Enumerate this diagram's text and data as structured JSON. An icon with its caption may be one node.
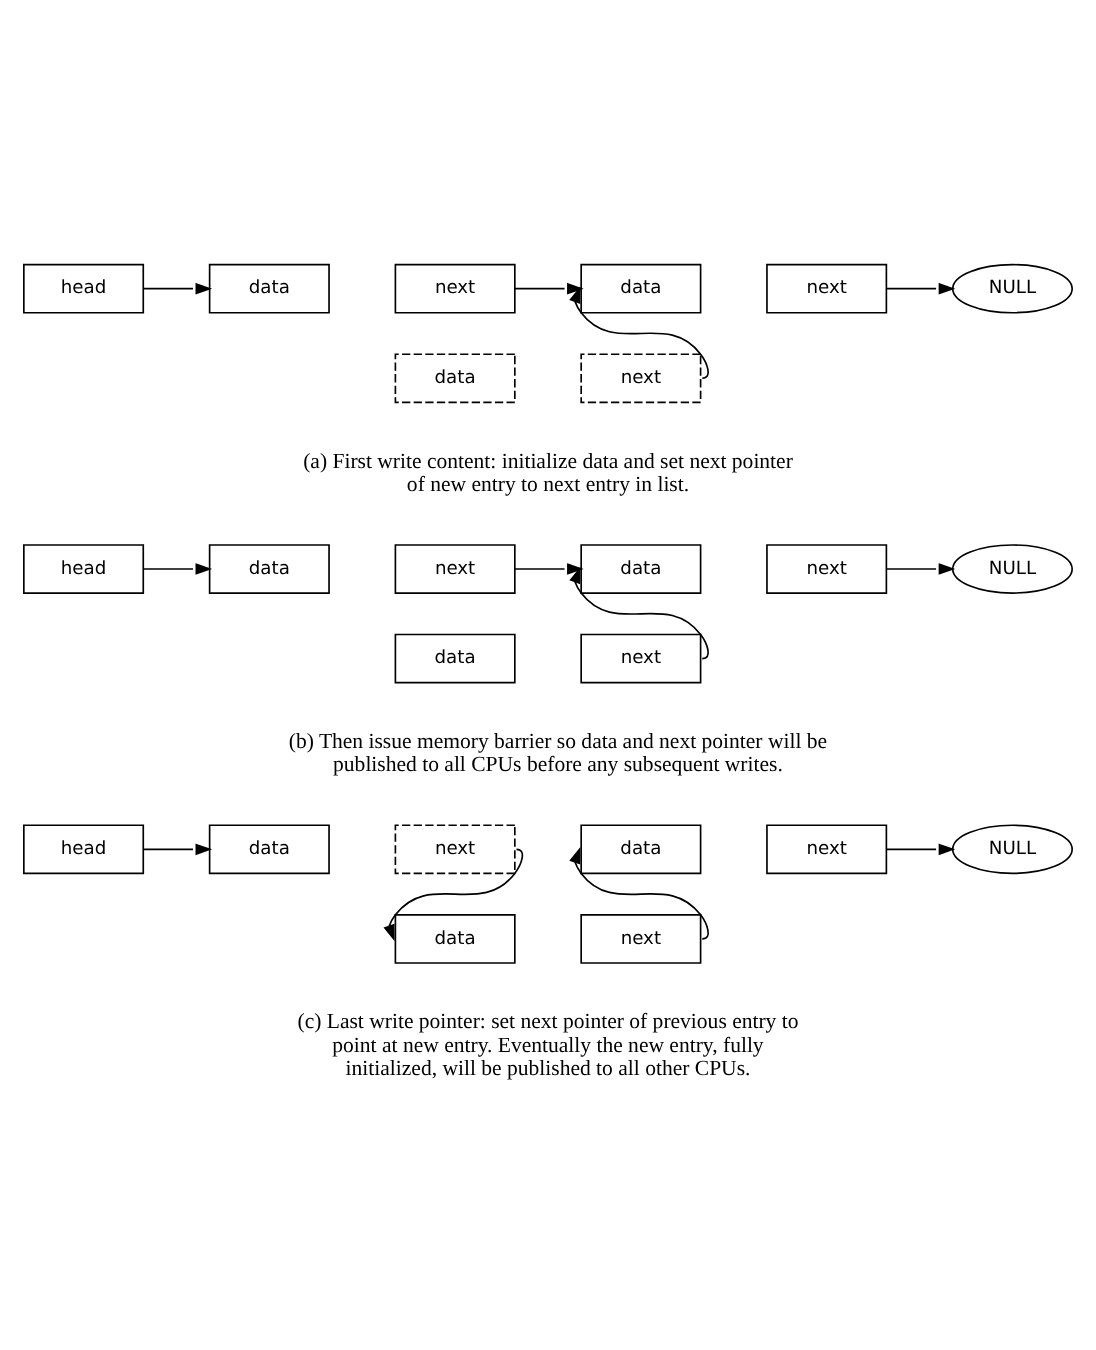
{
  "diagram": {
    "nodes": [
      {
        "text": [
          "head"
        ]
      },
      {
        "text": [
          "data"
        ]
      },
      {
        "text": [
          "next"
        ]
      },
      {
        "text": [
          "data"
        ]
      },
      {
        "text": [
          "next"
        ]
      },
      {
        "text": [
          "NULL"
        ]
      },
      {
        "text": [
          "data"
        ]
      },
      {
        "text": [
          "next"
        ]
      },
      {
        "text": [
          "head"
        ]
      },
      {
        "text": [
          "data"
        ]
      },
      {
        "text": [
          "next"
        ]
      },
      {
        "text": [
          "data"
        ]
      },
      {
        "text": [
          "next"
        ]
      },
      {
        "text": [
          "NULL"
        ]
      },
      {
        "text": [
          "data"
        ]
      },
      {
        "text": [
          "next"
        ]
      },
      {
        "text": [
          "head"
        ]
      },
      {
        "text": [
          "data"
        ]
      },
      {
        "text": [
          "next"
        ]
      },
      {
        "text": [
          "data"
        ]
      },
      {
        "text": [
          "next"
        ]
      },
      {
        "text": [
          "NULL"
        ]
      },
      {
        "text": [
          "data"
        ]
      },
      {
        "text": [
          "next"
        ]
      }
    ],
    "edges": [
      {
        "from": 0,
        "to": 1,
        "arrow": "to"
      },
      {
        "from": 2,
        "to": 3,
        "arrow": "to"
      },
      {
        "from": 4,
        "to": 5,
        "arrow": "to"
      },
      {
        "from": 7,
        "to": 3,
        "arrow": "to"
      },
      {
        "from": 8,
        "to": 9,
        "arrow": "to"
      },
      {
        "from": 10,
        "to": 11,
        "arrow": "to"
      },
      {
        "from": 12,
        "to": 13,
        "arrow": "to"
      },
      {
        "from": 15,
        "to": 11,
        "arrow": "to"
      },
      {
        "from": 16,
        "to": 17,
        "arrow": "to"
      },
      {
        "from": 18,
        "to": 22,
        "arrow": "to"
      },
      {
        "from": 20,
        "to": 21,
        "arrow": "to"
      },
      {
        "from": 23,
        "to": 19,
        "arrow": "to"
      }
    ],
    "labels": [
      "(a) First write content: initialize data and set next pointer of new entry to next entry in list.",
      "(b) Then issue memory barrier so data and next pointer will be published to all CPUs before any subsequent writes.",
      "(c) Last write pointer: set next pointer of previous entry to point at new entry. Eventually the new entry, fully initialized, will be published to all other CPUs."
    ]
  }
}
